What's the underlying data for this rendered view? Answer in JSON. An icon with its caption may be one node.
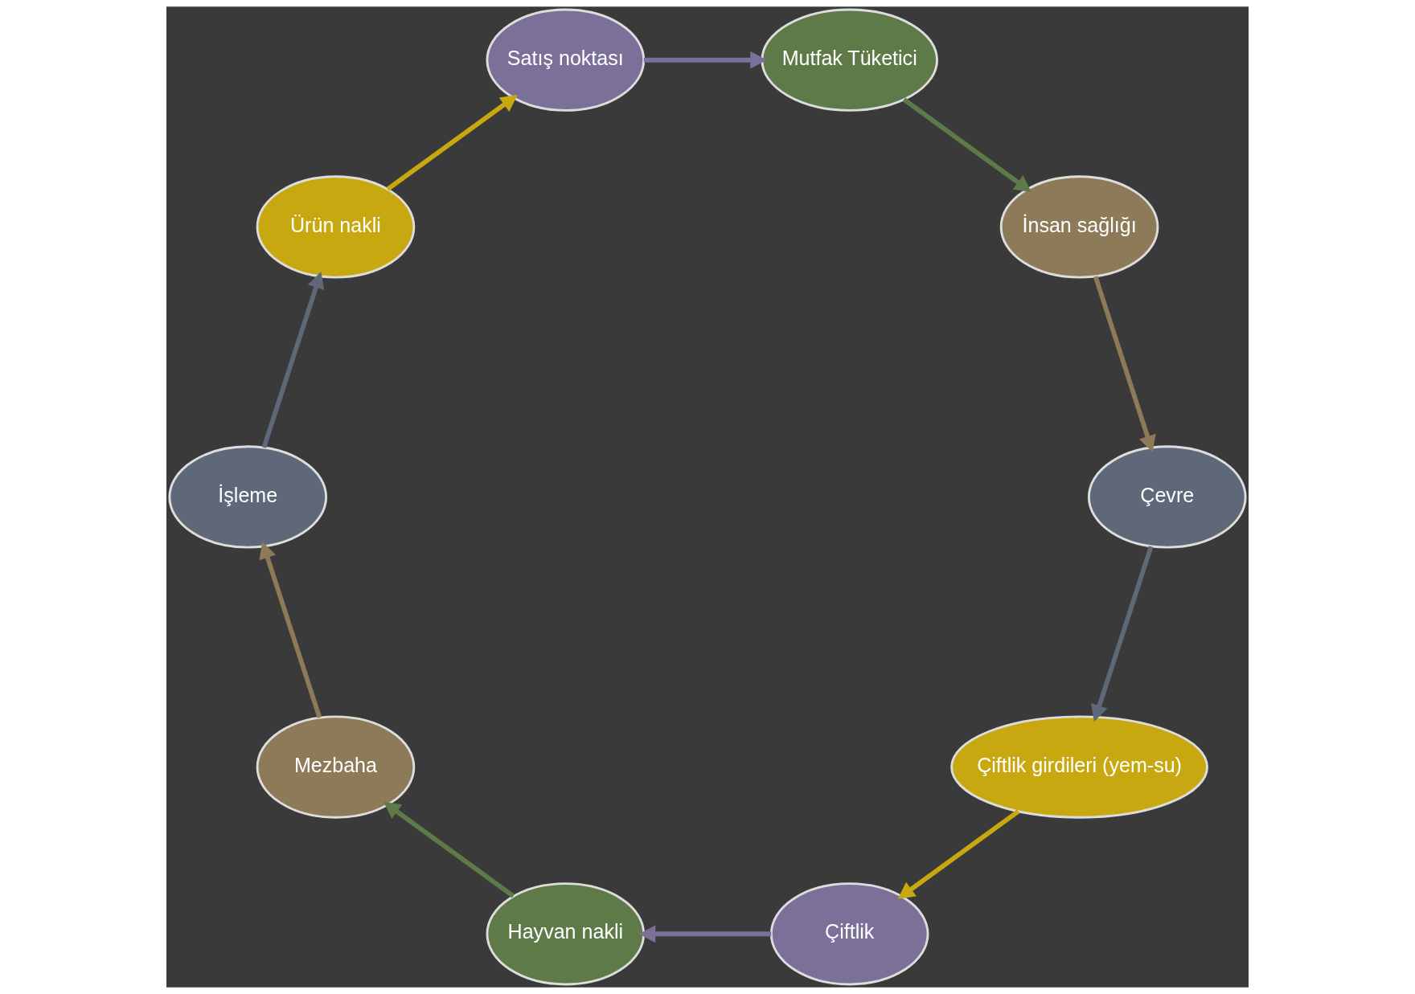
{
  "diagram": {
    "nodes": [
      {
        "text": [
          "Çiftlik girdileri (yem-su)"
        ]
      },
      {
        "text": [
          "Çiftlik"
        ]
      },
      {
        "text": [
          "Hayvan nakli"
        ]
      },
      {
        "text": [
          "Mezbaha"
        ]
      },
      {
        "text": [
          "İşleme"
        ]
      },
      {
        "text": [
          "Ürün nakli"
        ]
      },
      {
        "text": [
          "Satış noktası"
        ]
      },
      {
        "text": [
          "Mutfak Tüketici"
        ]
      },
      {
        "text": [
          "İnsan sağlığı"
        ]
      },
      {
        "text": [
          "Çevre"
        ]
      }
    ],
    "edges": [
      {
        "from": 0,
        "to": 1,
        "arrow": "to",
        "color": "#c8a810"
      },
      {
        "from": 1,
        "to": 2,
        "arrow": "to",
        "color": "#7a7098"
      },
      {
        "from": 2,
        "to": 3,
        "arrow": "to",
        "color": "#5e7a48"
      },
      {
        "from": 3,
        "to": 4,
        "arrow": "to",
        "color": "#8c7a58"
      },
      {
        "from": 4,
        "to": 5,
        "arrow": "to",
        "color": "#5e6878"
      },
      {
        "from": 5,
        "to": 6,
        "arrow": "to",
        "color": "#c8a810"
      },
      {
        "from": 6,
        "to": 7,
        "arrow": "to",
        "color": "#7a7098"
      },
      {
        "from": 7,
        "to": 8,
        "arrow": "to",
        "color": "#5e7a48"
      },
      {
        "from": 8,
        "to": 9,
        "arrow": "to",
        "color": "#8c7a58"
      },
      {
        "from": 9,
        "to": 0,
        "arrow": "to",
        "color": "#5e6878"
      }
    ]
  }
}
